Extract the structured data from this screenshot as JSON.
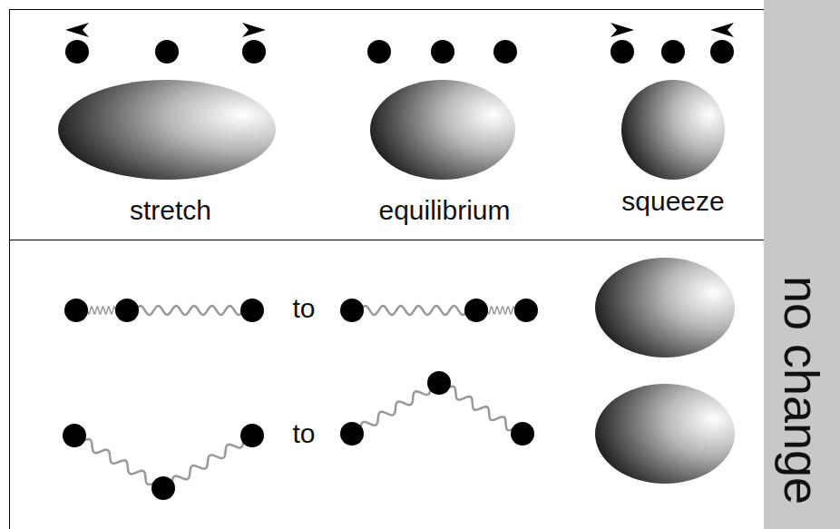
{
  "diagram": {
    "nodes": [
      {
        "text": [
          "no change"
        ]
      }
    ],
    "labels": [
      "stretch",
      "equilibrium",
      "squeeze",
      "to",
      "to"
    ]
  }
}
